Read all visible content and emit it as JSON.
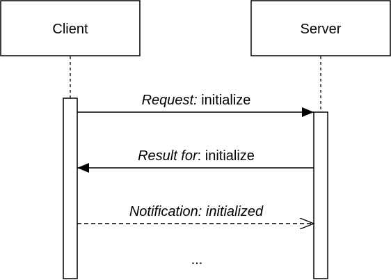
{
  "participants": {
    "client": {
      "label": "Client"
    },
    "server": {
      "label": "Server"
    }
  },
  "messages": {
    "request": {
      "kind": "call (solid, filled arrowhead)",
      "label_italic": "Request:",
      "label_rest": " initialize"
    },
    "result": {
      "kind": "return (solid, filled arrowhead)",
      "label_italic": "Result for",
      "label_rest": ": initialize"
    },
    "notification": {
      "kind": "async (dashed, open arrowhead)",
      "label_italic": "Notification: initialized",
      "label_rest": ""
    }
  },
  "ellipsis": "...",
  "colors": {
    "stroke": "#000000",
    "background": "#ffffff"
  }
}
